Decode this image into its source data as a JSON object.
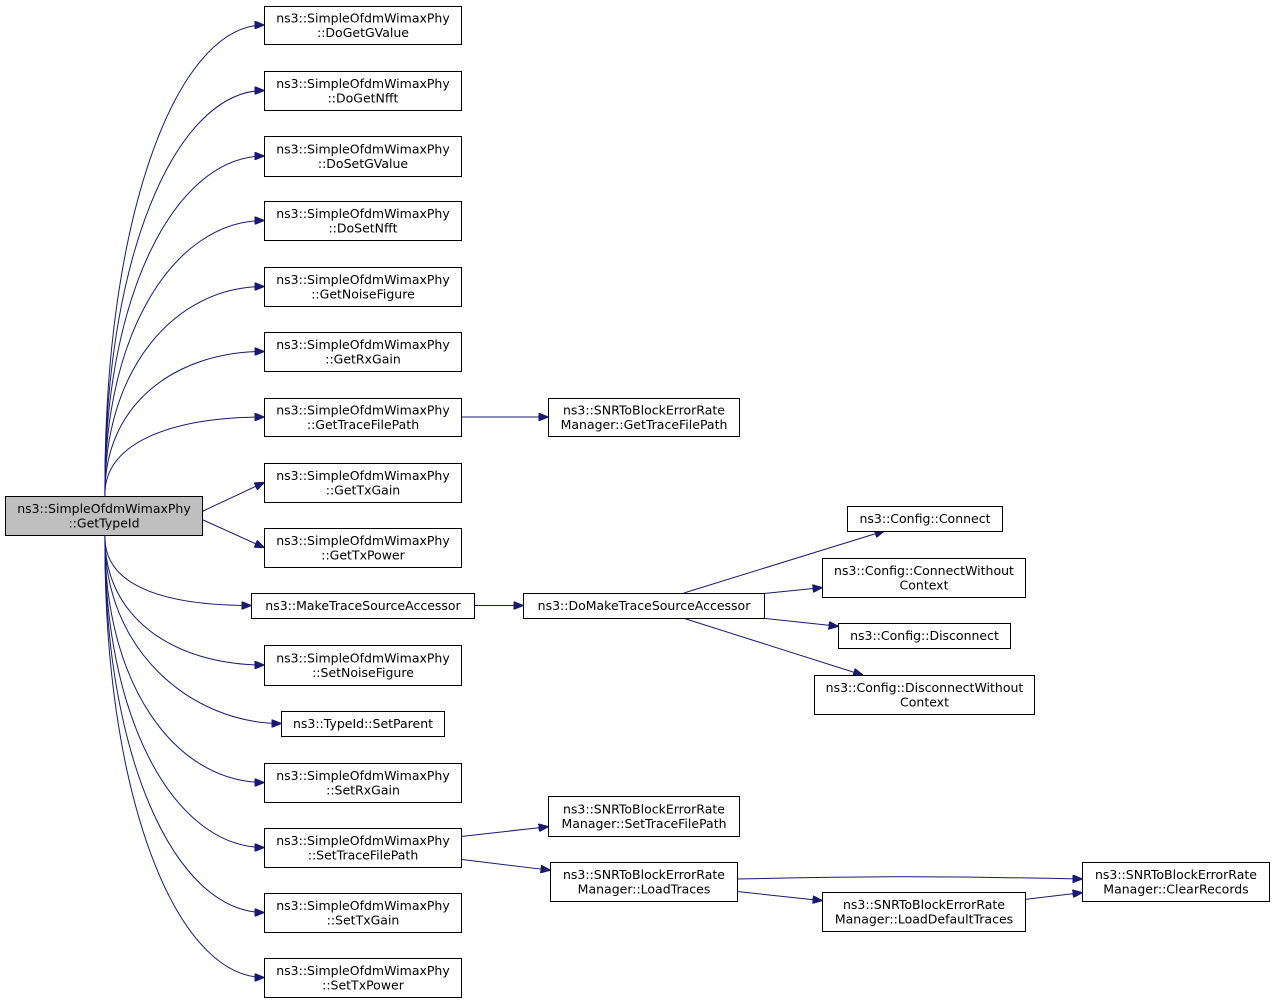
{
  "nodes": {
    "get_type_id": {
      "lines": [
        "ns3::SimpleOfdmWimaxPhy",
        "::GetTypeId"
      ],
      "highlighted": true
    },
    "do_get_g_value": {
      "lines": [
        "ns3::SimpleOfdmWimaxPhy",
        "::DoGetGValue"
      ]
    },
    "do_get_nfft": {
      "lines": [
        "ns3::SimpleOfdmWimaxPhy",
        "::DoGetNfft"
      ]
    },
    "do_set_g_value": {
      "lines": [
        "ns3::SimpleOfdmWimaxPhy",
        "::DoSetGValue"
      ]
    },
    "do_set_nfft": {
      "lines": [
        "ns3::SimpleOfdmWimaxPhy",
        "::DoSetNfft"
      ]
    },
    "get_noise_figure": {
      "lines": [
        "ns3::SimpleOfdmWimaxPhy",
        "::GetNoiseFigure"
      ]
    },
    "get_rx_gain": {
      "lines": [
        "ns3::SimpleOfdmWimaxPhy",
        "::GetRxGain"
      ]
    },
    "get_trace_file_path": {
      "lines": [
        "ns3::SimpleOfdmWimaxPhy",
        "::GetTraceFilePath"
      ]
    },
    "get_tx_gain": {
      "lines": [
        "ns3::SimpleOfdmWimaxPhy",
        "::GetTxGain"
      ]
    },
    "get_tx_power": {
      "lines": [
        "ns3::SimpleOfdmWimaxPhy",
        "::GetTxPower"
      ]
    },
    "make_trace_source_accessor": {
      "lines": [
        "ns3::MakeTraceSourceAccessor"
      ]
    },
    "set_noise_figure": {
      "lines": [
        "ns3::SimpleOfdmWimaxPhy",
        "::SetNoiseFigure"
      ]
    },
    "type_id_set_parent": {
      "lines": [
        "ns3::TypeId::SetParent"
      ]
    },
    "set_rx_gain": {
      "lines": [
        "ns3::SimpleOfdmWimaxPhy",
        "::SetRxGain"
      ]
    },
    "set_trace_file_path": {
      "lines": [
        "ns3::SimpleOfdmWimaxPhy",
        "::SetTraceFilePath"
      ]
    },
    "set_tx_gain": {
      "lines": [
        "ns3::SimpleOfdmWimaxPhy",
        "::SetTxGain"
      ]
    },
    "set_tx_power": {
      "lines": [
        "ns3::SimpleOfdmWimaxPhy",
        "::SetTxPower"
      ]
    },
    "snr_get_trace_file_path": {
      "lines": [
        "ns3::SNRToBlockErrorRate",
        "Manager::GetTraceFilePath"
      ]
    },
    "do_make_trace_source_accessor": {
      "lines": [
        "ns3::DoMakeTraceSourceAccessor"
      ]
    },
    "config_connect": {
      "lines": [
        "ns3::Config::Connect"
      ]
    },
    "config_connect_without_context": {
      "lines": [
        "ns3::Config::ConnectWithout",
        "Context"
      ]
    },
    "config_disconnect": {
      "lines": [
        "ns3::Config::Disconnect"
      ]
    },
    "config_disconnect_without_context": {
      "lines": [
        "ns3::Config::DisconnectWithout",
        "Context"
      ]
    },
    "snr_set_trace_file_path": {
      "lines": [
        "ns3::SNRToBlockErrorRate",
        "Manager::SetTraceFilePath"
      ]
    },
    "snr_load_traces": {
      "lines": [
        "ns3::SNRToBlockErrorRate",
        "Manager::LoadTraces"
      ]
    },
    "snr_load_default_traces": {
      "lines": [
        "ns3::SNRToBlockErrorRate",
        "Manager::LoadDefaultTraces"
      ]
    },
    "snr_clear_records": {
      "lines": [
        "ns3::SNRToBlockErrorRate",
        "Manager::ClearRecords"
      ]
    }
  },
  "edges": [
    [
      "get_type_id",
      "do_get_g_value"
    ],
    [
      "get_type_id",
      "do_get_nfft"
    ],
    [
      "get_type_id",
      "do_set_g_value"
    ],
    [
      "get_type_id",
      "do_set_nfft"
    ],
    [
      "get_type_id",
      "get_noise_figure"
    ],
    [
      "get_type_id",
      "get_rx_gain"
    ],
    [
      "get_type_id",
      "get_trace_file_path"
    ],
    [
      "get_type_id",
      "get_tx_gain"
    ],
    [
      "get_type_id",
      "get_tx_power"
    ],
    [
      "get_type_id",
      "make_trace_source_accessor"
    ],
    [
      "get_type_id",
      "set_noise_figure"
    ],
    [
      "get_type_id",
      "type_id_set_parent"
    ],
    [
      "get_type_id",
      "set_rx_gain"
    ],
    [
      "get_type_id",
      "set_trace_file_path"
    ],
    [
      "get_type_id",
      "set_tx_gain"
    ],
    [
      "get_type_id",
      "set_tx_power"
    ],
    [
      "get_trace_file_path",
      "snr_get_trace_file_path"
    ],
    [
      "make_trace_source_accessor",
      "do_make_trace_source_accessor"
    ],
    [
      "do_make_trace_source_accessor",
      "config_connect"
    ],
    [
      "do_make_trace_source_accessor",
      "config_connect_without_context"
    ],
    [
      "do_make_trace_source_accessor",
      "config_disconnect"
    ],
    [
      "do_make_trace_source_accessor",
      "config_disconnect_without_context"
    ],
    [
      "set_trace_file_path",
      "snr_set_trace_file_path"
    ],
    [
      "set_trace_file_path",
      "snr_load_traces"
    ],
    [
      "snr_load_traces",
      "snr_clear_records"
    ],
    [
      "snr_load_traces",
      "snr_load_default_traces"
    ],
    [
      "snr_load_default_traces",
      "snr_clear_records"
    ]
  ],
  "colors": {
    "edge": "#191970",
    "highlight_fill": "#bfbfbf",
    "node_fill": "#ffffff",
    "node_stroke": "#000000"
  }
}
